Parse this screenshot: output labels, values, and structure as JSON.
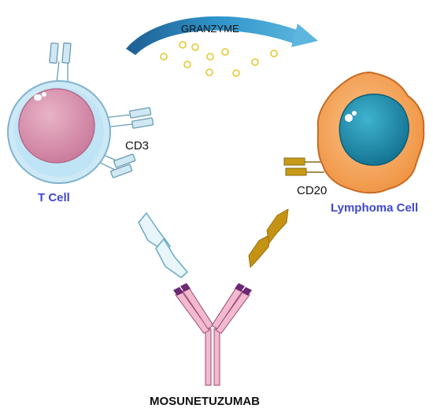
{
  "labels": {
    "granzyme": "GRANZYME",
    "t_cell": "T Cell",
    "cd3": "CD3",
    "cd20": "CD20",
    "lymphoma_cell": "Lymphoma Cell",
    "antibody": "MOSUNETUZUMAB"
  },
  "colors": {
    "text_blue": "#3f48cc",
    "t_cell_membrane": "#bfe4f5",
    "t_cell_nucleus": "#d98ea8",
    "receptor": "#cfe8f3",
    "lymphoma_cytoplasm": "#f5a55a",
    "lymphoma_nucleus": "#1b8fae",
    "cd20_receptor": "#c79a1a",
    "arrow_gold": "#c49314",
    "arrow_light": "#e8f5fa",
    "antibody_pink": "#f3b9cf",
    "antibody_purple": "#6a2a73",
    "granzyme_dots": "#e6c72e",
    "curved_arrow": "#2d8fc4"
  },
  "icons": [
    "granzyme-curved-arrow-icon",
    "t-cell-icon",
    "lymphoma-cell-icon",
    "antibody-icon"
  ]
}
